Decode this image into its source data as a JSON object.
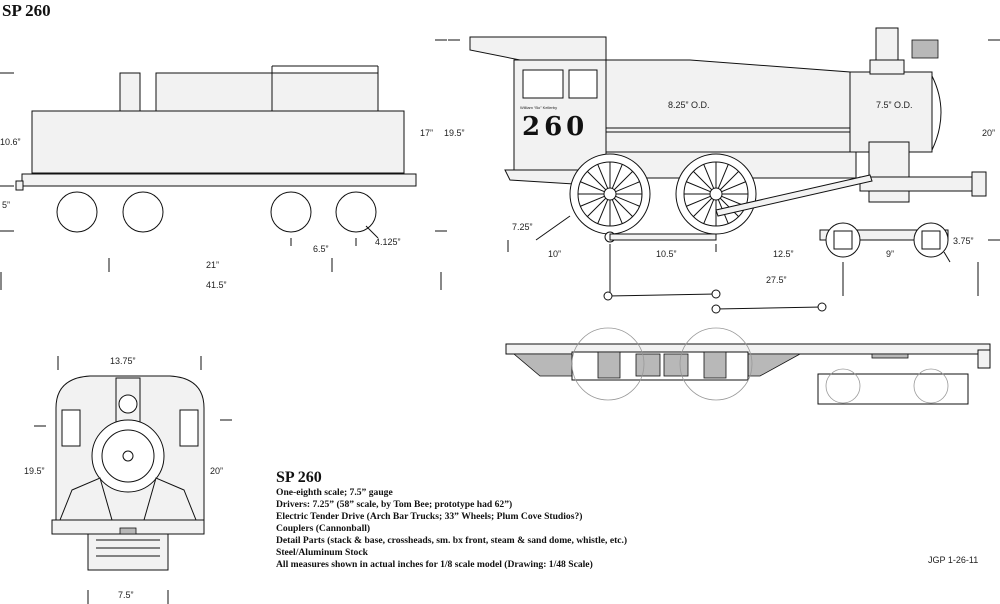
{
  "title": "SP 260",
  "tender_dims": {
    "height_left": "10.6”",
    "height_right": "17”",
    "coupler_height": "5”",
    "truck_spacing": "6.5”",
    "wheel_dia": "4.125”",
    "truck_centers": "21”",
    "overall_length": "41.5”"
  },
  "loco_side": {
    "cab_height": "19.5”",
    "cab_label": "William “Bo” Kellerby",
    "number": "260",
    "boiler_rear_od": "8.25” O.D.",
    "boiler_front_od": "7.5” O.D.",
    "front_height": "20”",
    "driver_dia": "7.25”",
    "pilot_wheel_dia": "3.75”",
    "spacing_1": "10”",
    "spacing_2": "10.5”",
    "spacing_3": "12.5”",
    "spacing_4": "9”",
    "overall_length": "27.5”"
  },
  "front_view": {
    "width_top": "13.75”",
    "height_left": "19.5”",
    "height_right": "20”",
    "width_bottom": "7.5”"
  },
  "notes": {
    "title": "SP 260",
    "lines": [
      "One-eighth scale; 7.5” gauge",
      "Drivers: 7.25” (58” scale, by Tom Bee; prototype had 62”)",
      "Electric Tender Drive (Arch Bar Trucks; 33” Wheels; Plum Cove Studios?)",
      "Couplers (Cannonball)",
      "Detail Parts (stack & base, crossheads, sm. bx front, steam & sand dome, whistle, etc.)",
      "Steel/Aluminum Stock",
      "All measures shown in actual inches for 1/8 scale model (Drawing: 1/48 Scale)"
    ]
  },
  "signature": "JGP 1-26-11"
}
